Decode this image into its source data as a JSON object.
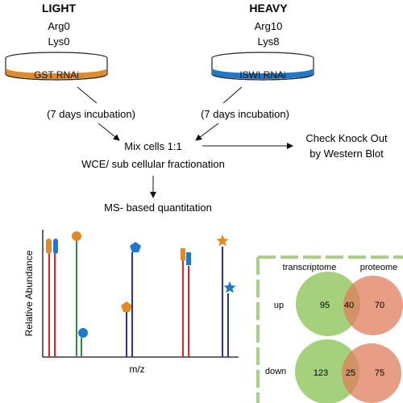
{
  "light": {
    "title": "LIGHT",
    "line1": "Arg0",
    "line2": "Lys0",
    "dish_label": "GST RNAi",
    "dish_color": "#e08a2a"
  },
  "heavy": {
    "title": "HEAVY",
    "line1": "Arg10",
    "line2": "Lys8",
    "dish_label": "ISWI RNAi",
    "dish_color": "#1f78c8"
  },
  "incubation_left": "(7 days incubation)",
  "incubation_right": "(7 days incubation)",
  "mix": {
    "line1": "Mix cells 1:1",
    "line2": "WCE/ sub cellular fractionation"
  },
  "check": {
    "line1": "Check Knock Out",
    "line2": "by Western Blot"
  },
  "ms": "MS- based quantitation",
  "spectrum": {
    "ylabel": "Relative Abundance",
    "xlabel": "m/z",
    "colors": {
      "red": "#d9262b",
      "green": "#2e8b3c",
      "navy": "#2f3190",
      "orange": "#e08a2a",
      "blue": "#1f78c8"
    }
  },
  "venn": {
    "col_left": "transcriptome",
    "col_right": "proteome",
    "row_up": "up",
    "row_down": "down",
    "up": {
      "left": "95",
      "overlap": "40",
      "right": "70"
    },
    "down": {
      "left": "123",
      "overlap": "25",
      "right": "75"
    },
    "colors": {
      "left": "#9ccc6e",
      "right": "#df7d5c",
      "border": "#a8d08a"
    }
  }
}
